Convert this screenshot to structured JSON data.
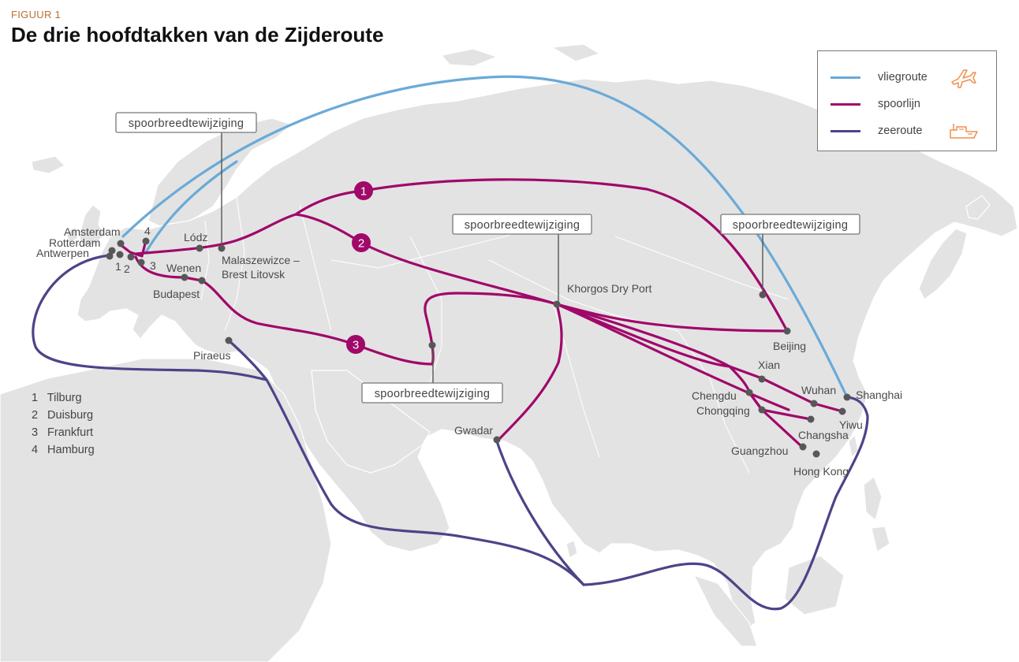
{
  "figure": {
    "label": "FIGUUR 1",
    "title": "De drie hoofdtakken van de Zijderoute"
  },
  "legend": [
    {
      "label": "vliegroute",
      "color": "#6aaad8",
      "icon": "airplane-icon"
    },
    {
      "label": "spoorlijn",
      "color": "#a0086a"
    },
    {
      "label": "zeeroute",
      "color": "#4c4488",
      "icon": "ship-icon"
    }
  ],
  "callouts": [
    "spoorbreedtewijziging",
    "spoorbreedtewijziging",
    "spoorbreedtewijziging",
    "spoorbreedtewijziging"
  ],
  "branches": [
    "1",
    "2",
    "3"
  ],
  "cities": {
    "amsterdam": "Amsterdam",
    "rotterdam": "Rotterdam",
    "antwerpen": "Antwerpen",
    "n1": "1",
    "n2": "2",
    "n3": "3",
    "n4": "4",
    "lodz": "Lódz",
    "malaszewicze1": "Malaszewizce –",
    "malaszewicze2": "Brest Litovsk",
    "wenen": "Wenen",
    "budapest": "Budapest",
    "piraeus": "Piraeus",
    "khorgos": "Khorgos Dry Port",
    "beijing": "Beijing",
    "xian": "Xian",
    "wuhan": "Wuhan",
    "shanghai": "Shanghai",
    "chengdu": "Chengdu",
    "chongqing": "Chongqing",
    "yiwu": "Yiwu",
    "changsha": "Changsha",
    "guangzhou": "Guangzhou",
    "hongkong": "Hong Kong",
    "gwadar": "Gwadar"
  },
  "key": [
    {
      "num": "1",
      "name": "Tilburg"
    },
    {
      "num": "2",
      "name": "Duisburg"
    },
    {
      "num": "3",
      "name": "Frankfurt"
    },
    {
      "num": "4",
      "name": "Hamburg"
    }
  ]
}
